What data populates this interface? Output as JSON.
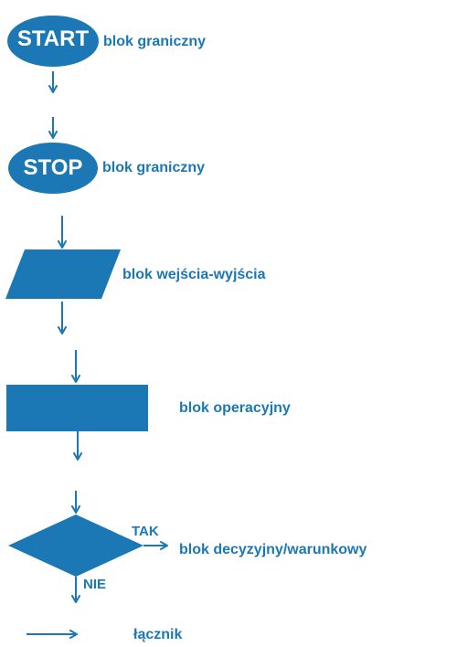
{
  "colors": {
    "accent": "#1b78b4",
    "shape_text": "#ffffff"
  },
  "blocks": {
    "start": {
      "text": "START",
      "label": "blok graniczny"
    },
    "stop": {
      "text": "STOP",
      "label": "blok graniczny"
    },
    "io": {
      "label": "blok wejścia-wyjścia"
    },
    "process": {
      "label": "blok operacyjny"
    },
    "decision": {
      "label": "blok decyzyjny/warunkowy",
      "yes": "TAK",
      "no": "NIE"
    },
    "connector": {
      "label": "łącznik"
    }
  }
}
